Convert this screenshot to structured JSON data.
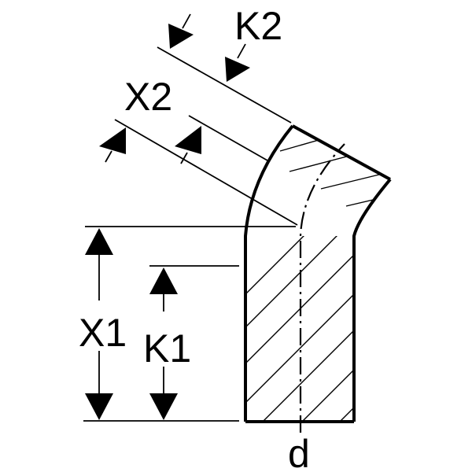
{
  "labels": {
    "k2": "K2",
    "x2": "X2",
    "x1": "X1",
    "k1": "K1",
    "d": "d"
  }
}
